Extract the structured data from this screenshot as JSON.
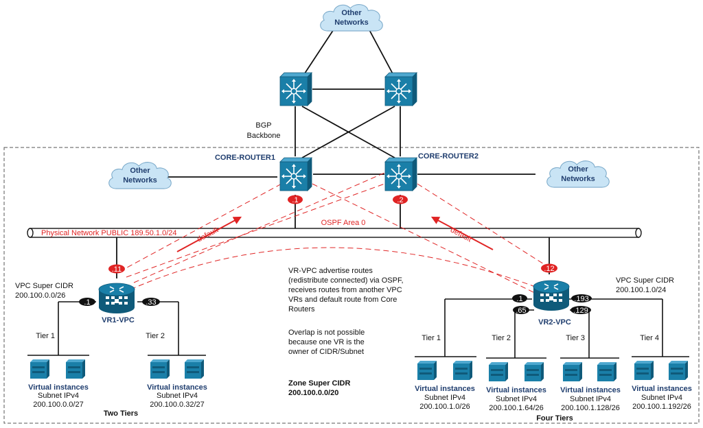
{
  "clouds": {
    "top": "Other Networks",
    "left": "Other Networks",
    "right": "Other Networks"
  },
  "bgp_label": "BGP Backbone",
  "core_router1": "CORE-ROUTER1",
  "core_router2": "CORE-ROUTER2",
  "core_if1": ".1",
  "core_if2": ".2",
  "physical_network": "Physical Network PUBLIC  189.50.1.0/24",
  "ospf_area": "OSPF Area 0",
  "default_label": "default",
  "vr1": {
    "name": "VR1-VPC",
    "public_if": ".11",
    "super_cidr_label": "VPC Super CIDR",
    "super_cidr": "200.100.0.0/26",
    "if_tier1": ".1",
    "if_tier2": ".33",
    "tiers_caption": "Two Tiers",
    "tiers": [
      {
        "name": "Tier 1",
        "vi_label": "Virtual instances",
        "subnet_label": "Subnet IPv4",
        "subnet": "200.100.0.0/27"
      },
      {
        "name": "Tier 2",
        "vi_label": "Virtual instances",
        "subnet_label": "Subnet IPv4",
        "subnet": "200.100.0.32/27"
      }
    ]
  },
  "vr2": {
    "name": "VR2-VPC",
    "public_if": ".12",
    "super_cidr_label": "VPC Super CIDR",
    "super_cidr": "200.100.1.0/24",
    "if_tier1": ".1",
    "if_tier2": ".65",
    "if_tier3": ".129",
    "if_tier4": ".193",
    "tiers_caption": "Four Tiers",
    "tiers": [
      {
        "name": "Tier 1",
        "vi_label": "Virtual instances",
        "subnet_label": "Subnet IPv4",
        "subnet": "200.100.1.0/26"
      },
      {
        "name": "Tier 2",
        "vi_label": "Virtual instances",
        "subnet_label": "Subnet IPv4",
        "subnet": "200.100.1.64/26"
      },
      {
        "name": "Tier 3",
        "vi_label": "Virtual instances",
        "subnet_label": "Subnet IPv4",
        "subnet": "200.100.1.128/26"
      },
      {
        "name": "Tier 4",
        "vi_label": "Virtual instances",
        "subnet_label": "Subnet IPv4",
        "subnet": "200.100.1.192/26"
      }
    ]
  },
  "note_ospf": [
    "VR-VPC advertise routes",
    "(redistribute connected) via OSPF,",
    "receives routes from another VPC",
    "VRs and default route from Core",
    "Routers"
  ],
  "note_overlap": [
    "Overlap is not possible",
    "because one VR is the",
    "owner of CIDR/Subnet"
  ],
  "zone_super_cidr_label": "Zone Super CIDR",
  "zone_super_cidr": "200.100.0.0/20",
  "colors": {
    "device": "#1a7fa8",
    "device_dark": "#0f5a7a",
    "cloud": "#c9e4f5",
    "accent_red": "#e02424",
    "label_blue": "#1f3d6e"
  }
}
